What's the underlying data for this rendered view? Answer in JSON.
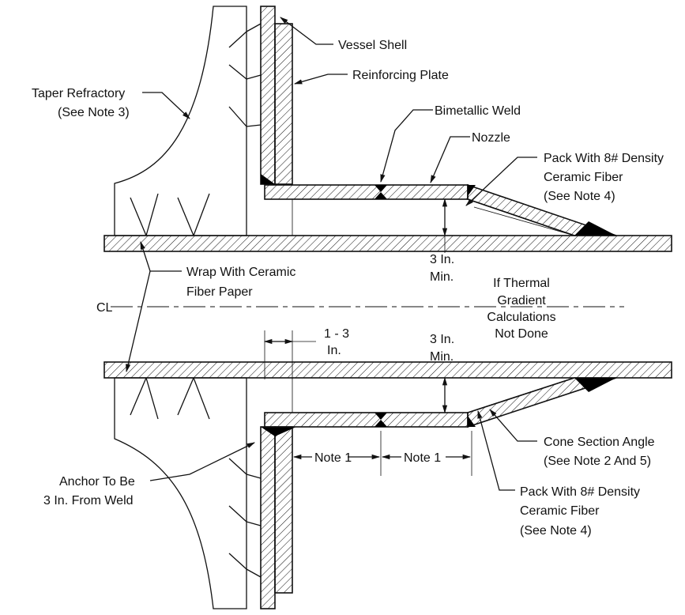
{
  "labels": {
    "vessel_shell": "Vessel Shell",
    "reinforcing_plate": "Reinforcing Plate",
    "taper_refractory_1": "Taper Refractory",
    "taper_refractory_2": "(See Note 3)",
    "bimetallic_weld": "Bimetallic Weld",
    "nozzle": "Nozzle",
    "pack_top_1": "Pack With 8# Density",
    "pack_top_2": "Ceramic Fiber",
    "pack_top_3": "(See Note 4)",
    "wrap_1": "Wrap With Ceramic",
    "wrap_2": "Fiber Paper",
    "min_top_1": "3 In.",
    "min_top_2": "Min.",
    "thermal_1": "If Thermal",
    "thermal_2": "Gradient",
    "thermal_3": "Calculations",
    "thermal_4": "Not Done",
    "centerline": "CL",
    "gap_1": "1 - 3",
    "gap_2": "In.",
    "min_bot_1": "3 In.",
    "min_bot_2": "Min.",
    "cone_1": "Cone Section Angle",
    "cone_2": "(See Note 2 And 5)",
    "note1_a": "Note 1",
    "note1_b": "Note 1",
    "anchor_1": "Anchor To Be",
    "anchor_2": "3 In. From Weld",
    "pack_bot_1": "Pack With 8# Density",
    "pack_bot_2": "Ceramic Fiber",
    "pack_bot_3": "(See Note 4)"
  },
  "colors": {
    "line": "#111111",
    "background": "#ffffff",
    "weld": "#000000"
  }
}
